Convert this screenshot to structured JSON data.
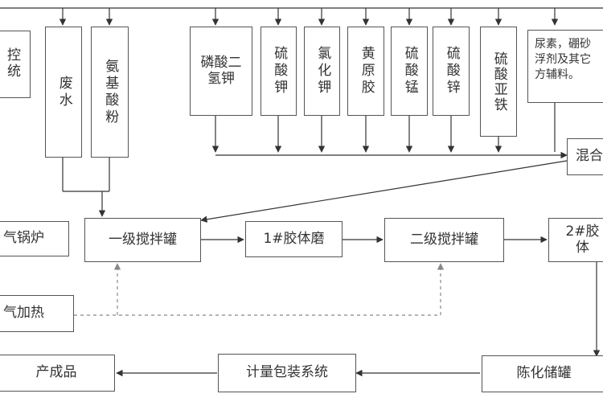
{
  "labels": {
    "control_system": "控\n统",
    "waste_water": "废水",
    "amino_acid_powder": "氨基酸粉",
    "kh2po4": "磷酸二氢钾",
    "k2so4": "硫酸钾",
    "kcl": "氯化钾",
    "xanthan_gum": "黄原胶",
    "mnso4": "硫酸锰",
    "znso4": "硫酸锌",
    "feso4": "硫酸亚铁",
    "other_aux": "尿素，硼砂\n浮剂及其它\n方辅料。",
    "mixing": "混合",
    "steam_boiler": "气锅炉",
    "stir_tank_1": "一级搅拌罐",
    "colloid_mill_1": "1#胶体磨",
    "stir_tank_2": "二级搅拌罐",
    "colloid_mill_2": "2#胶体",
    "steam_heating": "气加热",
    "product": "产成品",
    "packaging": "计量包装系统",
    "aging_tank": "陈化储罐"
  },
  "colors": {
    "line": "#333333",
    "dashed": "#888888",
    "box_border": "#555555",
    "text": "#333333"
  }
}
